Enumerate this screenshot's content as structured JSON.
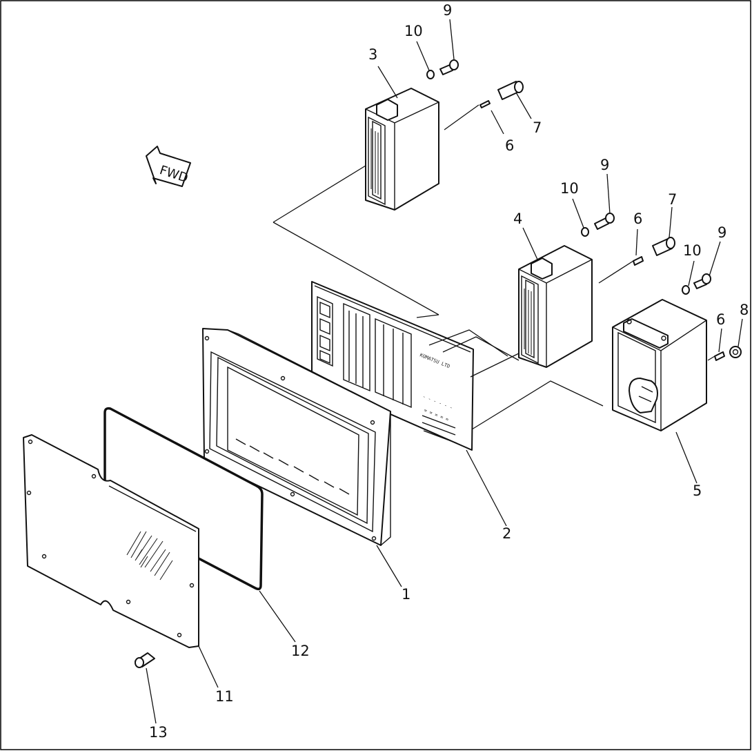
{
  "direction_marker": {
    "label": "FWD"
  },
  "callouts": [
    {
      "id": "1",
      "label": "1"
    },
    {
      "id": "2",
      "label": "2"
    },
    {
      "id": "3",
      "label": "3"
    },
    {
      "id": "4",
      "label": "4"
    },
    {
      "id": "5",
      "label": "5"
    },
    {
      "id": "6a",
      "label": "6"
    },
    {
      "id": "6b",
      "label": "6"
    },
    {
      "id": "6c",
      "label": "6"
    },
    {
      "id": "7a",
      "label": "7"
    },
    {
      "id": "7b",
      "label": "7"
    },
    {
      "id": "8",
      "label": "8"
    },
    {
      "id": "9a",
      "label": "9"
    },
    {
      "id": "9b",
      "label": "9"
    },
    {
      "id": "9c",
      "label": "9"
    },
    {
      "id": "10a",
      "label": "10"
    },
    {
      "id": "10b",
      "label": "10"
    },
    {
      "id": "10c",
      "label": "10"
    },
    {
      "id": "11",
      "label": "11"
    },
    {
      "id": "12",
      "label": "12"
    },
    {
      "id": "13",
      "label": "13"
    }
  ]
}
